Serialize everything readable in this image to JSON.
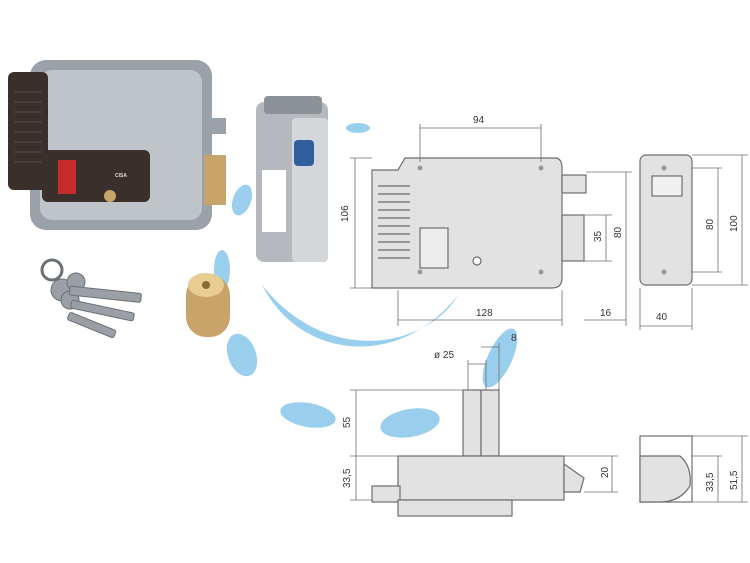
{
  "colors": {
    "accent_blue": "#8fc9ec",
    "line": "#6d6d6d",
    "part_fill": "#e2e2e2",
    "dark_plate": "#3a2f2a",
    "button_red": "#c62b2b",
    "brass": "#c9a46a"
  },
  "product": {
    "brand_label": "CISA"
  },
  "dimensions": {
    "top_width": "94",
    "height_overall": "106",
    "body_width": "128",
    "bolt_height": "35",
    "inner_height": "80",
    "right_offset": "16",
    "side_height_inner": "80",
    "side_height_outer": "100",
    "side_depth": "40",
    "cylinder_diameter": "ø 25",
    "bolt_throw": "8",
    "bolt_projection": "55",
    "bottom_depth": "33,5",
    "bottom_right_height": "20",
    "side_bottom_depth": "33,5",
    "side_bottom_total": "51,5"
  }
}
